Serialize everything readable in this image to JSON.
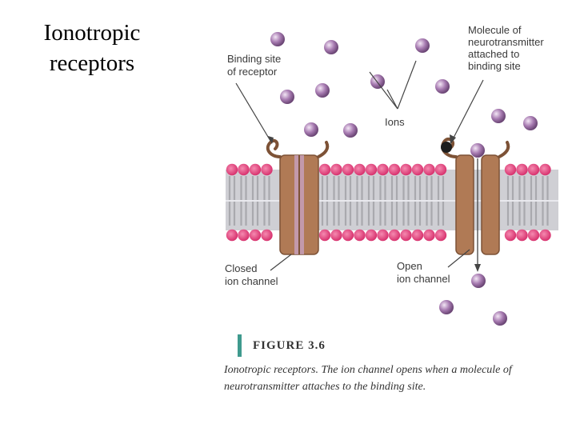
{
  "title": {
    "line1": "Ionotropic",
    "line2": "receptors"
  },
  "labels": {
    "binding_site": [
      "Binding site",
      "of receptor"
    ],
    "molecule": [
      "Molecule of",
      "neurotransmitter",
      "attached to",
      "binding site"
    ],
    "ions": "Ions",
    "closed": [
      "Closed",
      "ion channel"
    ],
    "open": [
      "Open",
      "ion channel"
    ]
  },
  "figure": {
    "number": "FIGURE 3.6",
    "caption": "Ionotropic receptors. The ion channel opens when a molecule of neurotransmitter attaches to the binding site."
  },
  "colors": {
    "lipid_head": "#e0457e",
    "lipid_tail": "#bfbfc4",
    "receptor": "#b07a55",
    "ion": "#9b6aa6",
    "neurotransmitter": "#1e1e1e",
    "accent_bar": "#3f9a8e"
  }
}
